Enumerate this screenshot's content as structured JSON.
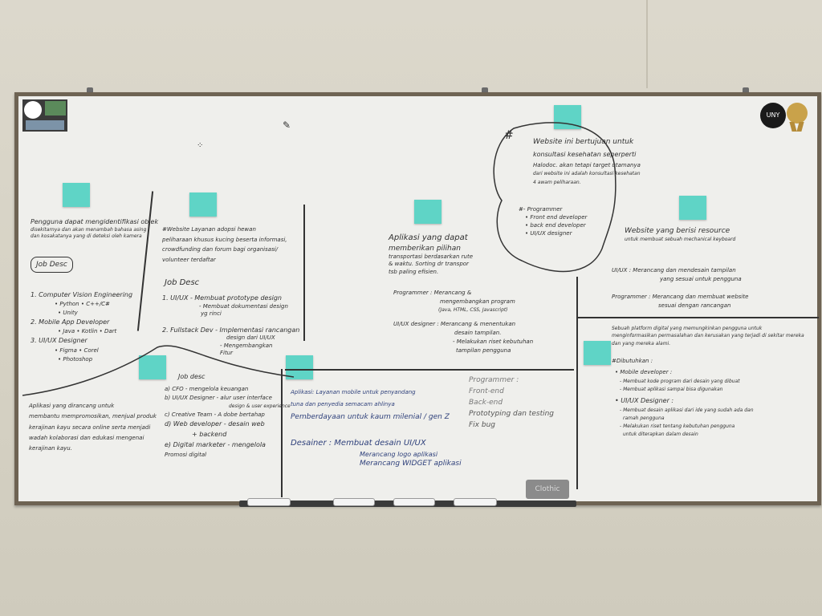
{
  "scene": {
    "stickers": {
      "left_logo": "",
      "right_logo": "UNY",
      "right_badge": ""
    },
    "eraser_label": "Clothic"
  },
  "left_column": {
    "intro": [
      "Pengguna dapat mengidentifikasi objek",
      "disekitarnya dan akan menambah bahasa asing",
      "dan kosakatanya yang di deteksi oleh kamera"
    ],
    "job_desc_title": "Job Desc",
    "jobs": [
      "1. Computer Vision Engineering",
      "• Python • C++/C#",
      "• Unity",
      "2. Mobile App Developer",
      "• Java • Kotlin • Dart",
      "3. UI/UX Designer",
      "• Figma • Corel",
      "• Photoshop"
    ]
  },
  "bottom_left": {
    "text": [
      "Aplikasi yang dirancang untuk",
      "membantu mempromosikan, menjual produk",
      "kerajinan kayu secara online serta menjadi",
      "wadah kolaborasi dan edukasi mengenai",
      "kerajinan kayu."
    ]
  },
  "middle_left": {
    "intro": [
      "#Website Layanan adopsi hewan",
      "peliharaan khusus kucing beserta informasi,",
      "crowdfunding dan forum bagi organisasi/",
      "volunteer terdaftar"
    ],
    "job_desc_title": "Job Desc",
    "jobs": [
      "1. UI/UX - Membuat prototype design",
      "- Membuat dokumentasi design",
      "yg rinci",
      "2. Fullstack Dev - Implementasi rancangan",
      "design dari UI/UX",
      "- Mengembangkan",
      "Fitur"
    ]
  },
  "bottom_middle_left": {
    "title": "Job desc",
    "items": [
      "a) CFO - mengelola keuangan",
      "b) UI/UX Designer - alur user interface",
      "design & user experience",
      "c) Creative Team - A dobe bertahap",
      "d) Web developer - desain web",
      "+ backend",
      "e) Digital marketer - mengelola",
      "Promosi digital"
    ]
  },
  "center": {
    "intro": [
      "Aplikasi yang dapat",
      "memberikan pilihan",
      "transportasi berdasarkan rute",
      "& waktu. Sorting dr transpor",
      "tsb paling efisien."
    ],
    "roles": [
      "Programmer : Merancang &",
      "mengembangkan program",
      "(Java, HTML, CSS, Javascript)",
      "UI/UX designer : Merancang & menentukan",
      "desain tampilan.",
      "- Melakukan riset kebutuhan",
      "tampilan pengguna"
    ]
  },
  "bottom_center": {
    "lines": [
      "Aplikasi: Layanan mobile untuk penyandang",
      "tuna dan penyedia semacam ahlinya",
      "Pemberdayaan untuk kaum milenial / gen Z"
    ],
    "programmer": [
      "Programmer :",
      "Front-end",
      "Back-end",
      "Prototyping dan testing",
      "Fix bug"
    ],
    "designer": [
      "Desainer : Membuat desain UI/UX",
      "Merancang logo aplikasi",
      "Merancang WIDGET aplikasi"
    ]
  },
  "cloud": {
    "text": [
      "Website ini bertujuan untuk",
      "konsultasi kesehatan seperperti",
      "Halodoc. akan tetapi target utamanya",
      "dari website ini adalah konsultasi kesehatan",
      "4 awam peliharaan."
    ],
    "programmer_title": "Programmer",
    "programmer_items": [
      "• Front end developer",
      "• back end developer",
      "• UI/UX designer"
    ]
  },
  "right_top": {
    "intro": [
      "Website yang berisi resource",
      "untuk membuat sebuah mechanical keyboard"
    ],
    "roles": [
      "UI/UX : Merancang dan mendesain tampilan",
      "yang sesuai untuk pengguna",
      "Programmer : Merancang dan membuat website",
      "sesuai dengan rancangan"
    ]
  },
  "right_bottom": {
    "intro": [
      "Sebuah platform digital yang memungkinkan pengguna untuk",
      "menginformasikan permasalahan dan kerusakan yang terjadi di sekitar mereka",
      "dan yang mereka alami."
    ],
    "needed_title": "#Dibutuhkan :",
    "needed": [
      "• Mobile developer :",
      "- Membuat kode program dari desain yang dibuat",
      "- Membuat aplikasi sampai bisa digunakan",
      "• UI/UX Designer :",
      "- Membuat desain aplikasi dari ide yang sudah ada dan",
      "ramah pengguna",
      "- Melakukan riset tentang kebutuhan pengguna",
      "untuk diterapkan dalam desain"
    ]
  },
  "colors": {
    "board": "#efefec",
    "frame": "#6e6353",
    "sticky": "#5fd4c6",
    "ink": "#303030",
    "blue_ink": "#2d3f7a"
  }
}
